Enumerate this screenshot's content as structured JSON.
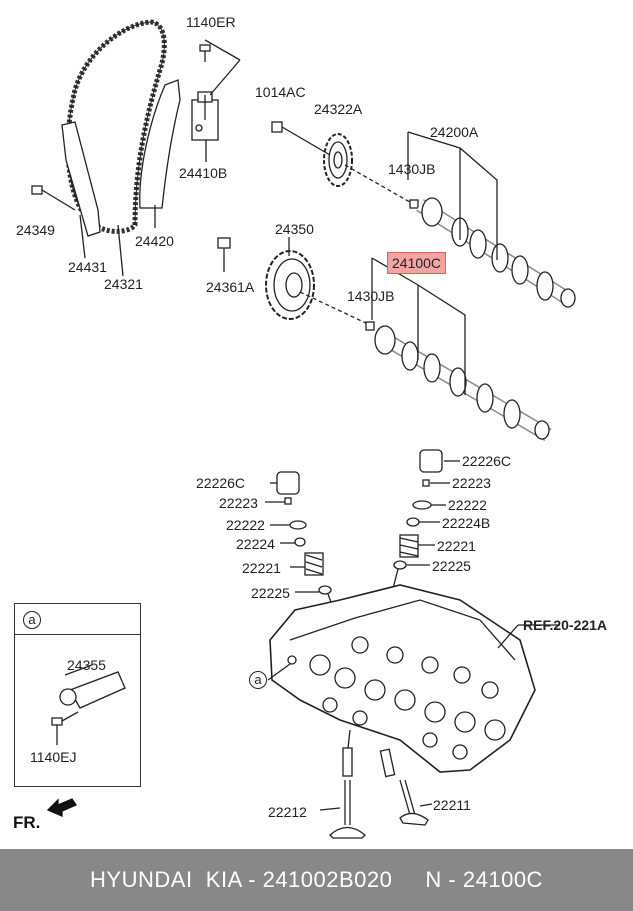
{
  "labels": {
    "p1140ER": "1140ER",
    "p1014AC": "1014AC",
    "p24322A": "24322A",
    "p24200A": "24200A",
    "p1430JB_top": "1430JB",
    "p24410B": "24410B",
    "p24349": "24349",
    "p24420": "24420",
    "p24431": "24431",
    "p24321": "24321",
    "p24350": "24350",
    "p24100C": "24100C",
    "p24361A": "24361A",
    "p1430JB_bottom": "1430JB",
    "p22226C_left": "22226C",
    "p22223_left": "22223",
    "p22222_left": "22222",
    "p22224_left": "22224",
    "p22221_left": "22221",
    "p22225_left": "22225",
    "p22226C_right": "22226C",
    "p22223_right": "22223",
    "p22222_right": "22222",
    "p22224B": "22224B",
    "p22221_right": "22221",
    "p22225_right": "22225",
    "ref": "REF.20-221A",
    "p22212": "22212",
    "p22211": "22211",
    "p24355": "24355",
    "p1140EJ": "1140EJ",
    "inset_marker": "a",
    "head_marker": "a",
    "fr": "FR."
  },
  "footer": {
    "text": "HYUNDAI  KIA - 241002B020     N - 24100C"
  },
  "highlight_color": "#f4a3a3",
  "footer_bg": "#888888"
}
